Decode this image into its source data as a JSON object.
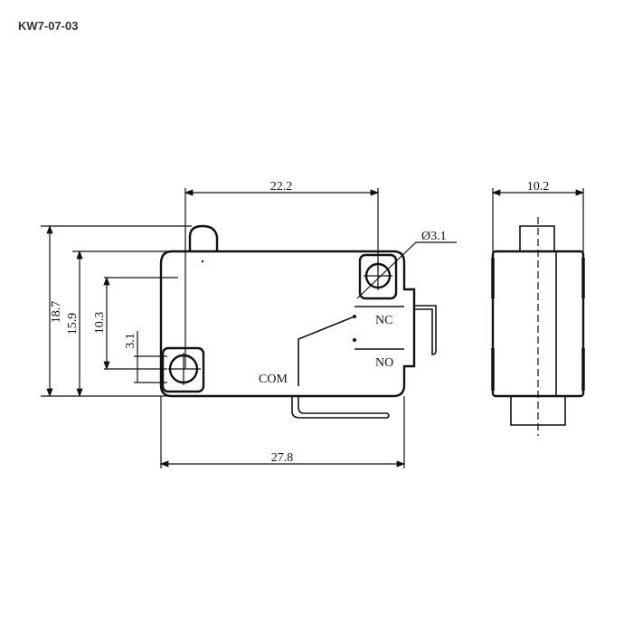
{
  "title": "KW7-07-03",
  "dimensions": {
    "overall_height": "18.7",
    "body_height": "15.9",
    "hole_height": "10.3",
    "hole_small": "3.1",
    "hole_spacing": "22.2",
    "hole_diameter": "Ø3.1",
    "body_length": "27.8",
    "side_width": "10.2"
  },
  "terminals": {
    "com": "COM",
    "nc": "NC",
    "no": "NO"
  }
}
